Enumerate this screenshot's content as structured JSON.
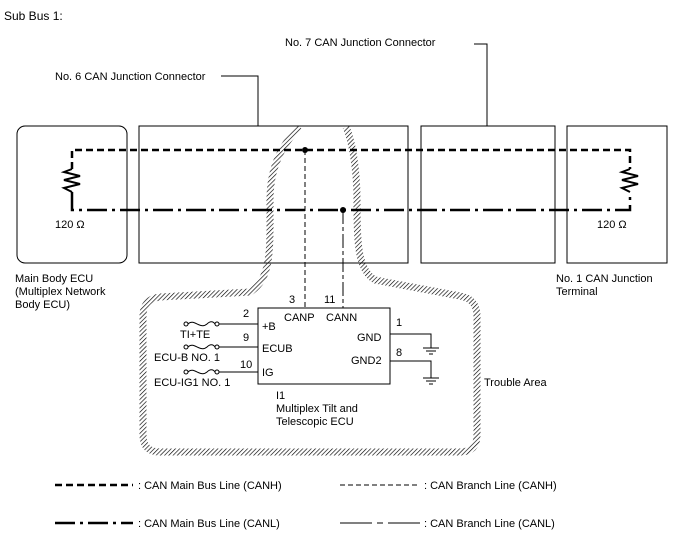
{
  "title": "Sub Bus 1:",
  "connectors": {
    "no6": "No. 6 CAN Junction Connector",
    "no7": "No. 7 CAN Junction Connector"
  },
  "main_body_ecu": {
    "line1": "Main Body ECU",
    "line2": "(Multiplex Network",
    "line3": "Body ECU)",
    "resistor": "120 Ω"
  },
  "terminal": {
    "line1": "No. 1 CAN Junction",
    "line2": "Terminal",
    "resistor": "120 Ω"
  },
  "ecu": {
    "id": "I1",
    "name_line1": "Multiplex Tilt and",
    "name_line2": "Telescopic ECU",
    "pins": {
      "canp_num": "3",
      "canp": "CANP",
      "cann_num": "11",
      "cann": "CANN",
      "b_num": "2",
      "b": "+B",
      "ecub_num": "9",
      "ecub": "ECUB",
      "ig_num": "10",
      "ig": "IG",
      "gnd_num": "1",
      "gnd": "GND",
      "gnd2_num": "8",
      "gnd2": "GND2"
    },
    "fuses": {
      "tite": "TI+TE",
      "ecub": "ECU-B NO. 1",
      "ecuig": "ECU-IG1 NO. 1"
    }
  },
  "trouble_area": "Trouble Area",
  "legend": {
    "canh_main": ": CAN Main Bus Line (CANH)",
    "canh_branch": ": CAN Branch Line (CANH)",
    "canl_main": ": CAN Main Bus Line (CANL)",
    "canl_branch": ": CAN Branch Line (CANL)"
  }
}
